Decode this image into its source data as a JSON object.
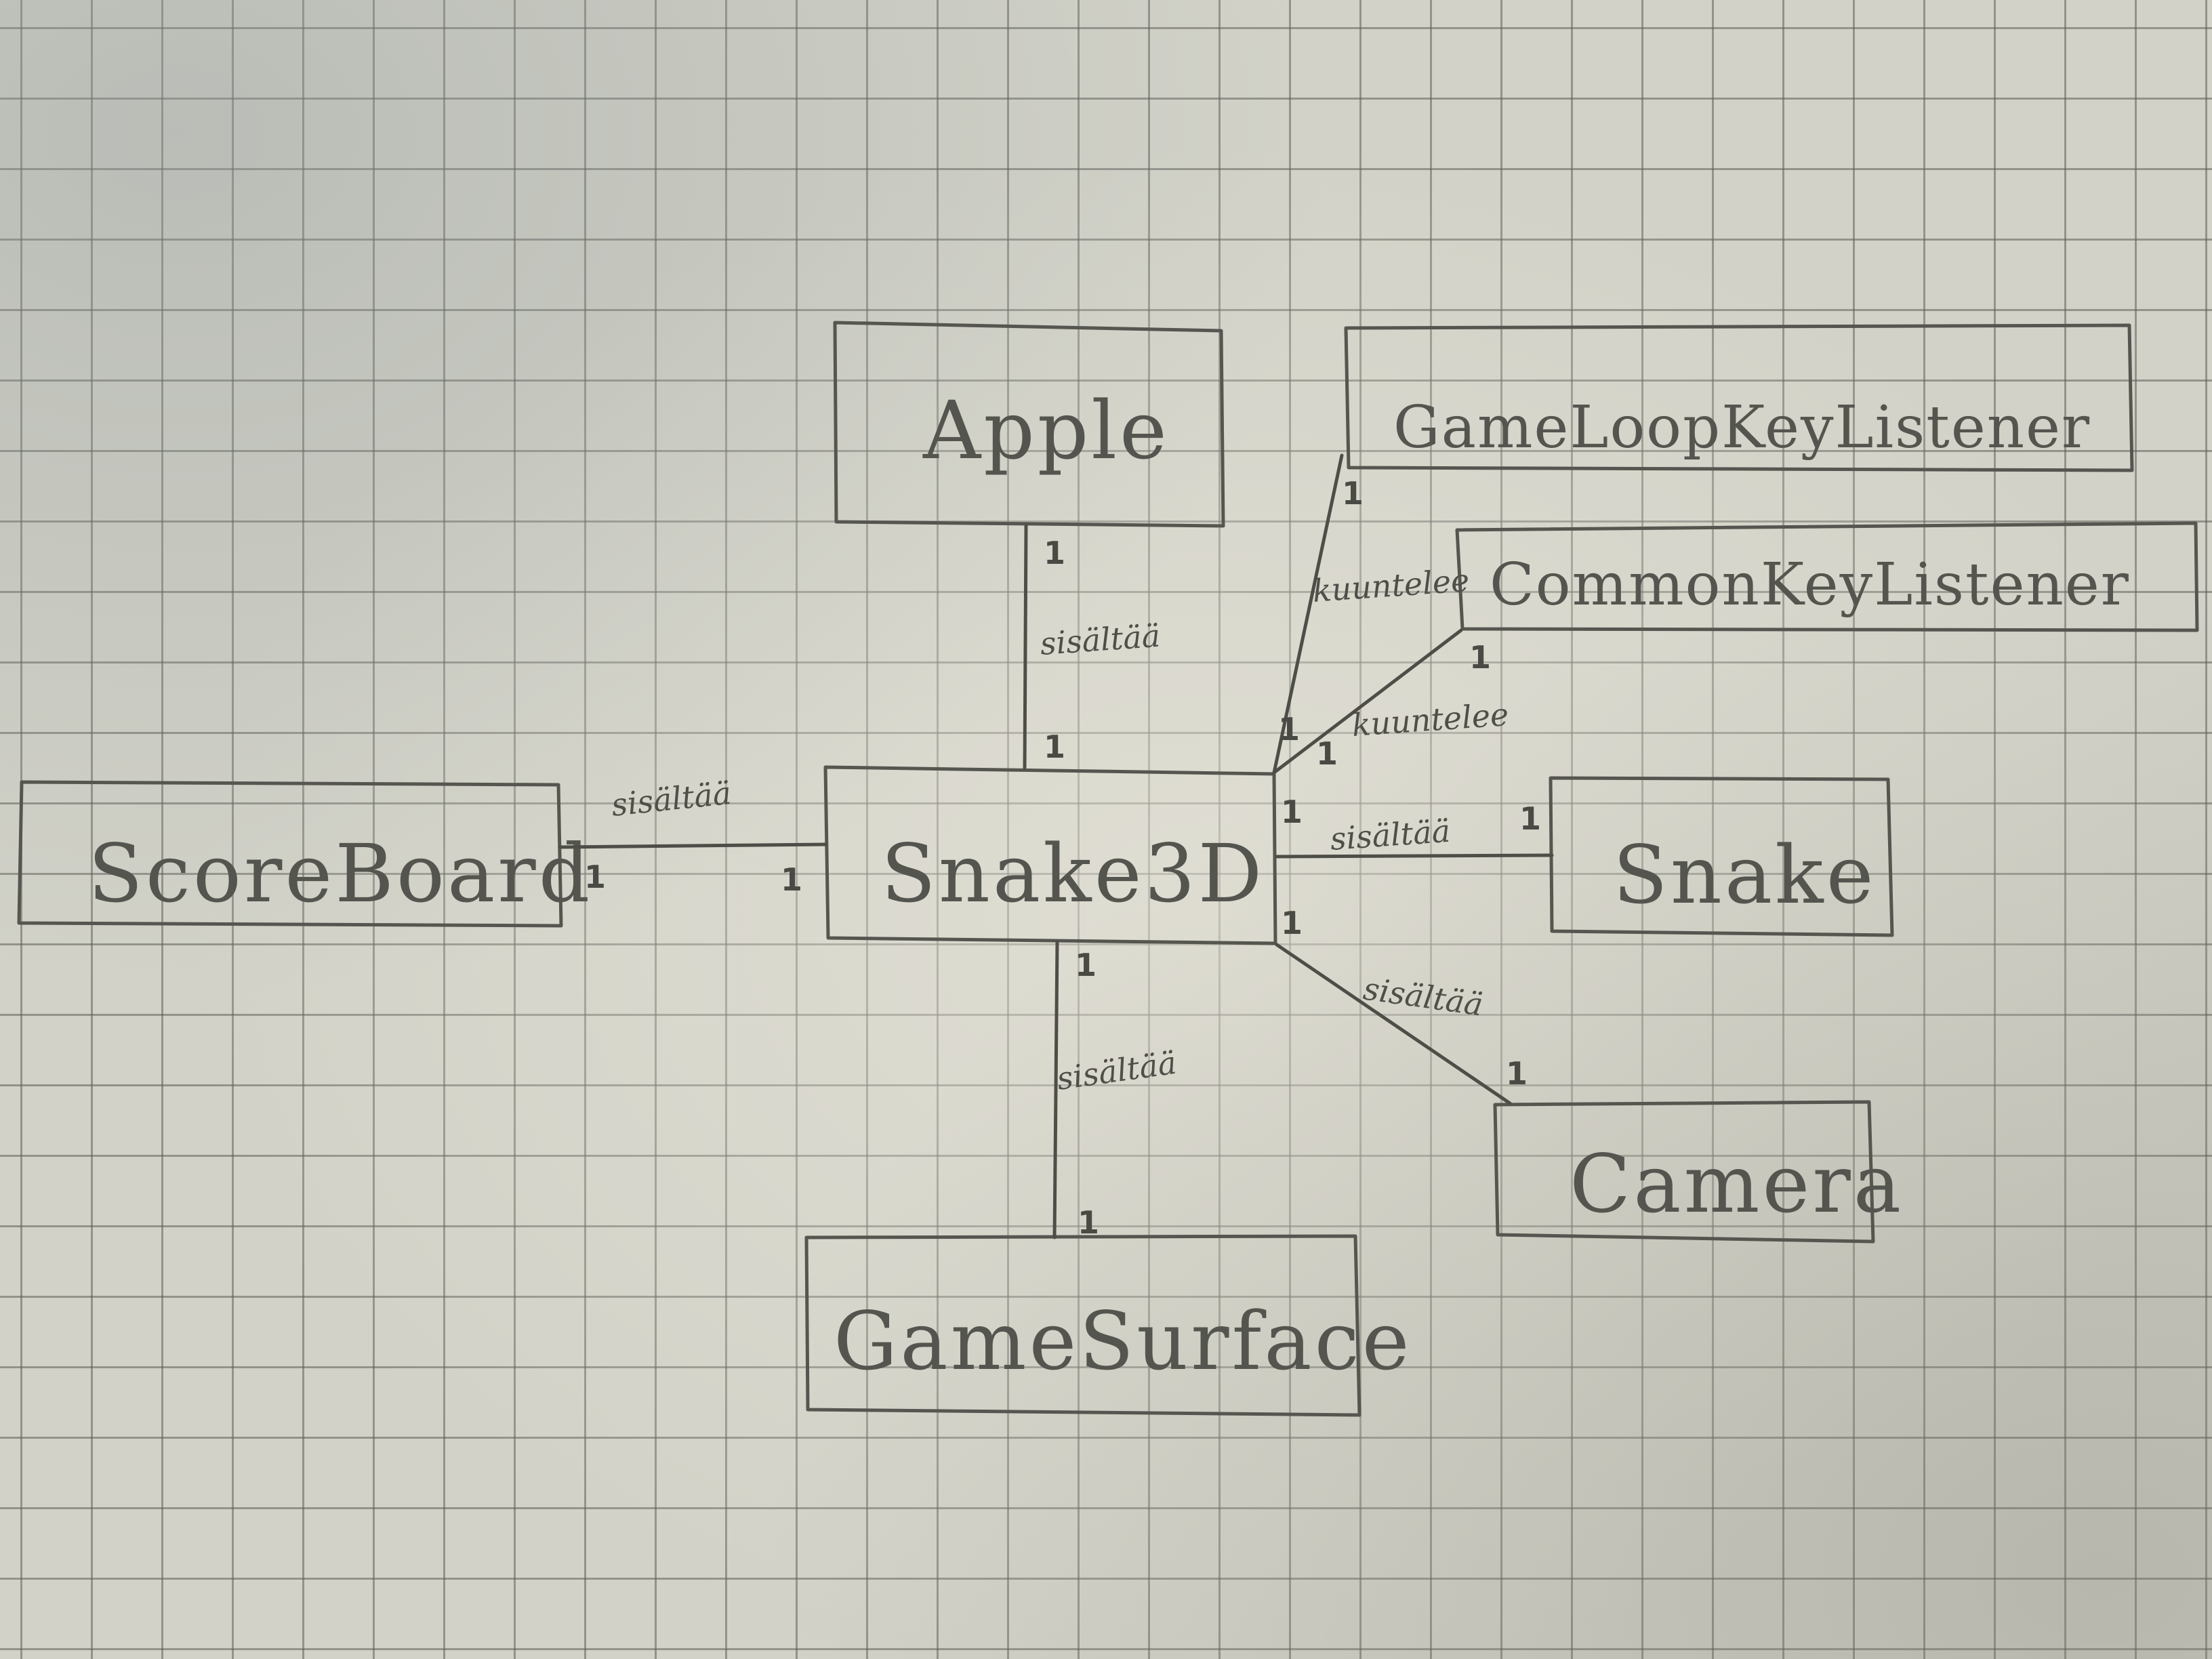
{
  "classes": {
    "apple": "Apple",
    "game_loop_key_listener": "GameLoopKeyListener",
    "common_key_listener": "CommonKeyListener",
    "score_board": "ScoreBoard",
    "snake3d": "Snake3D",
    "snake": "Snake",
    "camera": "Camera",
    "game_surface": "GameSurface"
  },
  "relations": {
    "apple": {
      "label": "sisältää",
      "mult_near": "1",
      "mult_far": "1"
    },
    "score_board": {
      "label": "sisältää",
      "mult_near": "1",
      "mult_far": "1"
    },
    "game_surface": {
      "label": "sisältää",
      "mult_near": "1",
      "mult_far": "1"
    },
    "snake": {
      "label": "sisältää",
      "mult_near": "1",
      "mult_far": "1"
    },
    "camera": {
      "label": "sisältää",
      "mult_near": "1",
      "mult_far": "1"
    },
    "game_loop_key_listener": {
      "label": "kuuntelee",
      "mult_near": "1",
      "mult_far": "1"
    },
    "common_key_listener": {
      "label": "kuuntelee",
      "mult_near": "1",
      "mult_far": "1"
    }
  },
  "colors": {
    "paper": "#d2d2c8",
    "pencil": "#55554f",
    "grid": "#5f5f5a"
  }
}
